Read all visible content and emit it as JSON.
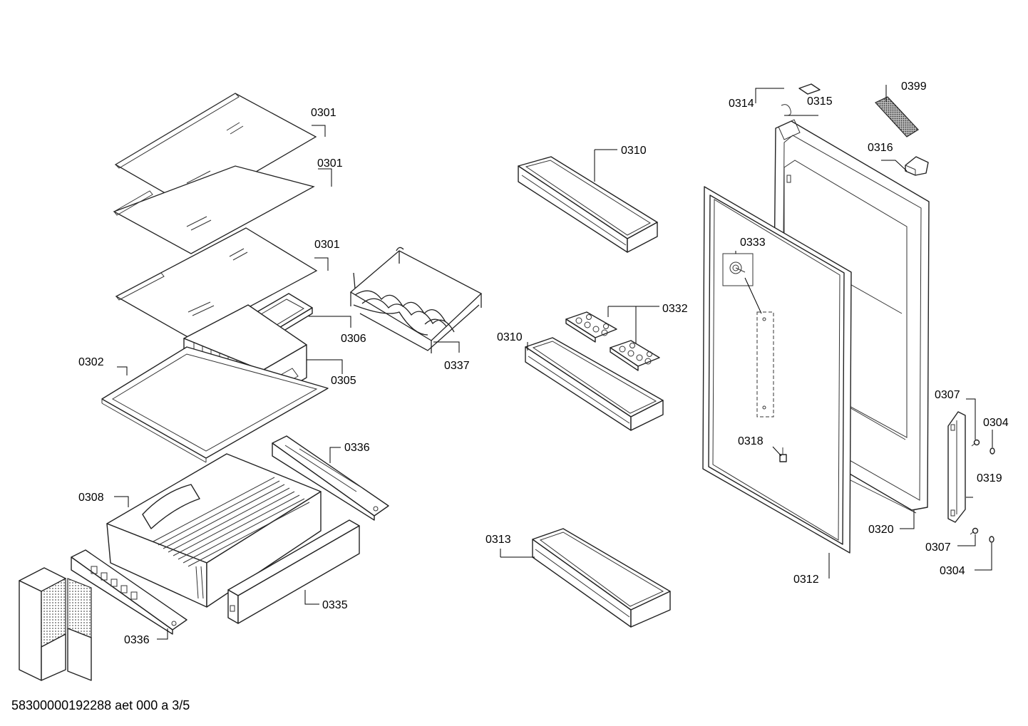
{
  "document_id": "58300000192288 aet 000 a 3/5",
  "parts": [
    {
      "id": "shelf_1",
      "label": "0301"
    },
    {
      "id": "shelf_2",
      "label": "0301"
    },
    {
      "id": "shelf_3",
      "label": "0301"
    },
    {
      "id": "bottom_shelf",
      "label": "0302"
    },
    {
      "id": "small_box",
      "label": "0306"
    },
    {
      "id": "box_305",
      "label": "0305"
    },
    {
      "id": "bottle_rack",
      "label": "0337"
    },
    {
      "id": "door_shelf_top",
      "label": "0310"
    },
    {
      "id": "door_shelf_mid",
      "label": "0310"
    },
    {
      "id": "egg_trays",
      "label": "0332"
    },
    {
      "id": "door_shelf_bottom",
      "label": "0313"
    },
    {
      "id": "rail_right",
      "label": "0336"
    },
    {
      "id": "rail_left",
      "label": "0336"
    },
    {
      "id": "drawer",
      "label": "0308"
    },
    {
      "id": "drawer_front",
      "label": "0335"
    },
    {
      "id": "hinge_cap",
      "label": "0314"
    },
    {
      "id": "spring",
      "label": "0315"
    },
    {
      "id": "label_plate",
      "label": "0399"
    },
    {
      "id": "bracket",
      "label": "0316"
    },
    {
      "id": "thermostat",
      "label": "0333"
    },
    {
      "id": "door_seal",
      "label": "0312"
    },
    {
      "id": "pin",
      "label": "0318"
    },
    {
      "id": "door",
      "label": "0320"
    },
    {
      "id": "screw_top",
      "label": "0307"
    },
    {
      "id": "cap_top",
      "label": "0304"
    },
    {
      "id": "handle",
      "label": "0319"
    },
    {
      "id": "screw_bottom",
      "label": "0307"
    },
    {
      "id": "cap_bottom",
      "label": "0304"
    }
  ]
}
